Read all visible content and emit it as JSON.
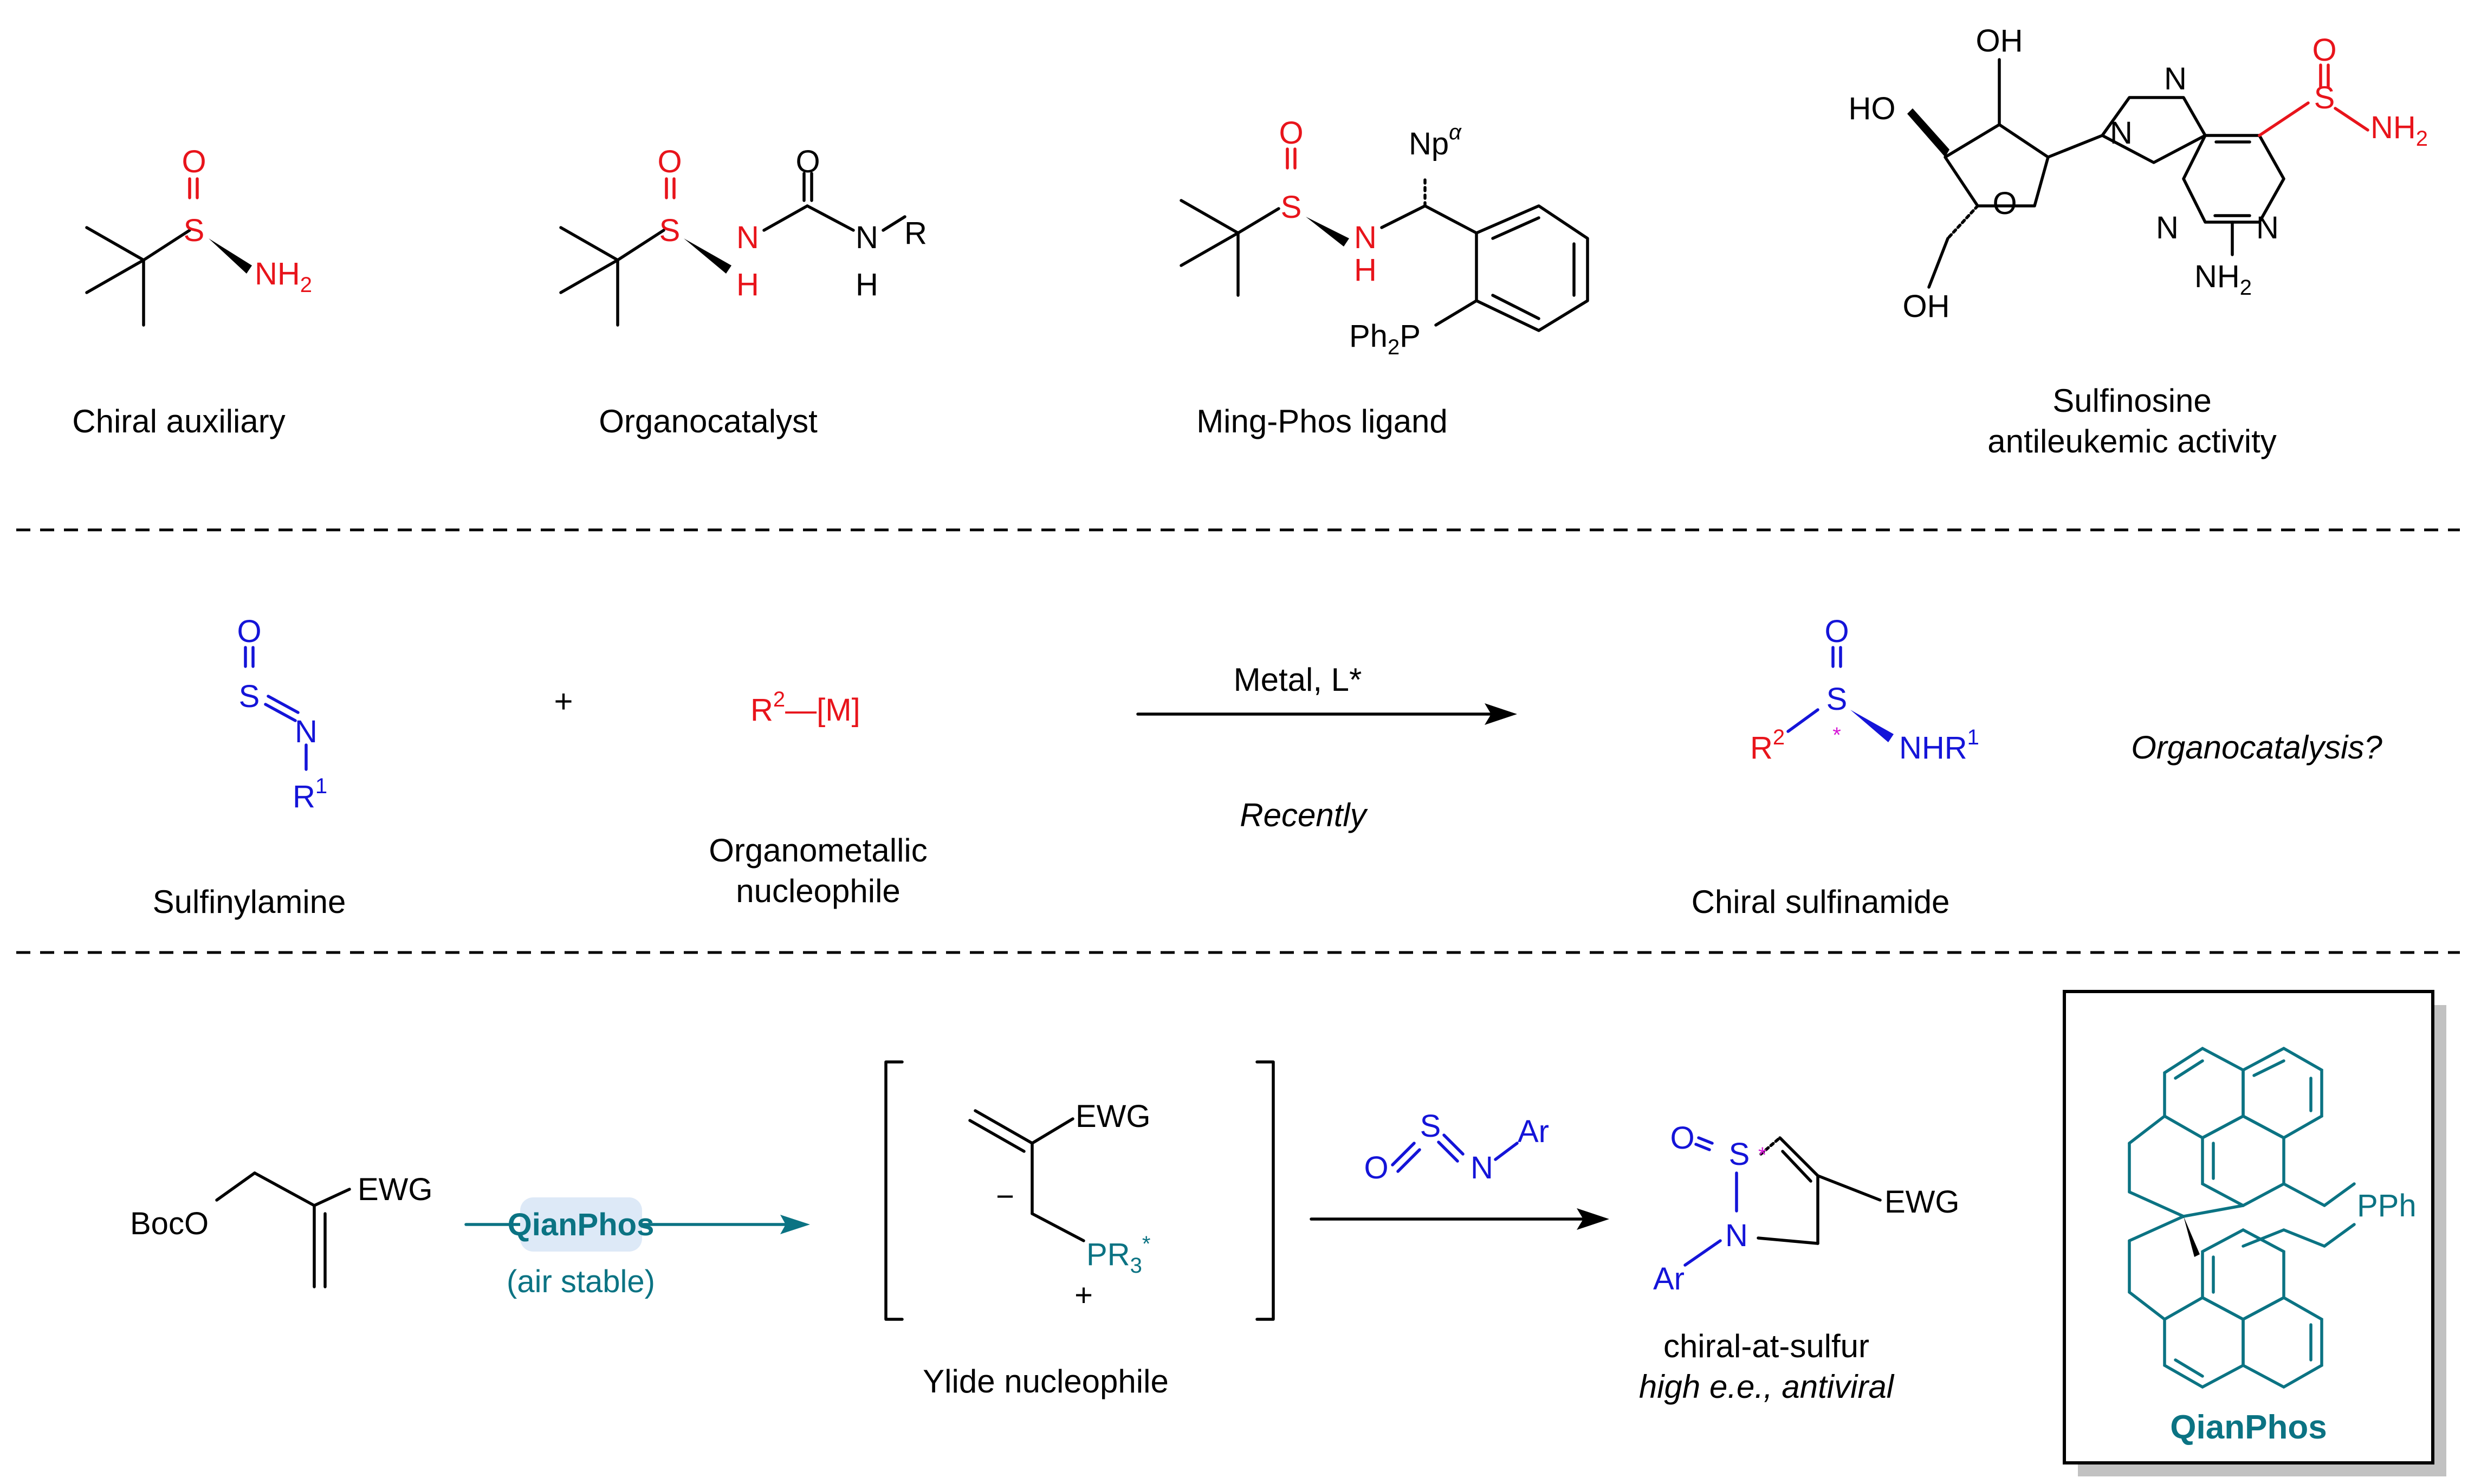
{
  "colors": {
    "red": "#e8141b",
    "blue": "#1414d8",
    "teal": "#0b7383",
    "green": "#3f8a6e",
    "magenta": "#d61ad6",
    "pill": "#dde9f7"
  },
  "top_row": {
    "labels": {
      "chiral_auxiliary": "Chiral auxiliary",
      "organocatalyst": "Organocatalyst",
      "mingphos": "Ming-Phos ligand",
      "sulfinosine_1": "Sulfinosine",
      "sulfinosine_2": "antileukemic activity"
    },
    "atoms": {
      "O": "O",
      "S": "S",
      "NH2": "NH",
      "two": "2",
      "N": "N",
      "H": "H",
      "R": "R",
      "Np": "Np",
      "alpha": "α",
      "Ph2P": "Ph",
      "P": "P",
      "OH": "OH",
      "HO": "HO"
    }
  },
  "middle_row": {
    "atoms": {
      "O": "O",
      "S": "S",
      "N": "N",
      "R": "R",
      "one": "1",
      "two": "2",
      "M": "—[M]",
      "NHR": "NHR",
      "star": "*"
    },
    "plus": "+",
    "arrow_above": "Metal, L*",
    "arrow_below": "Recently",
    "question": "Organocatalysis?",
    "labels": {
      "sulfinylamine": "Sulfinylamine",
      "organometallic_1": "Organometallic",
      "organometallic_2": "nucleophile",
      "chiral_sulfinamide": "Chiral sulfinamide"
    }
  },
  "bottom_row": {
    "atoms": {
      "BocO": "BocO",
      "EWG": "EWG",
      "PR": "PR",
      "three": "3",
      "star": "*",
      "minus": "−",
      "plus": "+",
      "O": "O",
      "S": "S",
      "N": "N",
      "Ar": "Ar",
      "PPh": "PPh"
    },
    "catalyst_pill": "QianPhos",
    "air_stable": "(air stable)",
    "ylide_label": "Ylide nucleophile",
    "product_1": "chiral-at-sulfur",
    "product_2": "high e.e., antiviral",
    "box_title": "QianPhos"
  }
}
